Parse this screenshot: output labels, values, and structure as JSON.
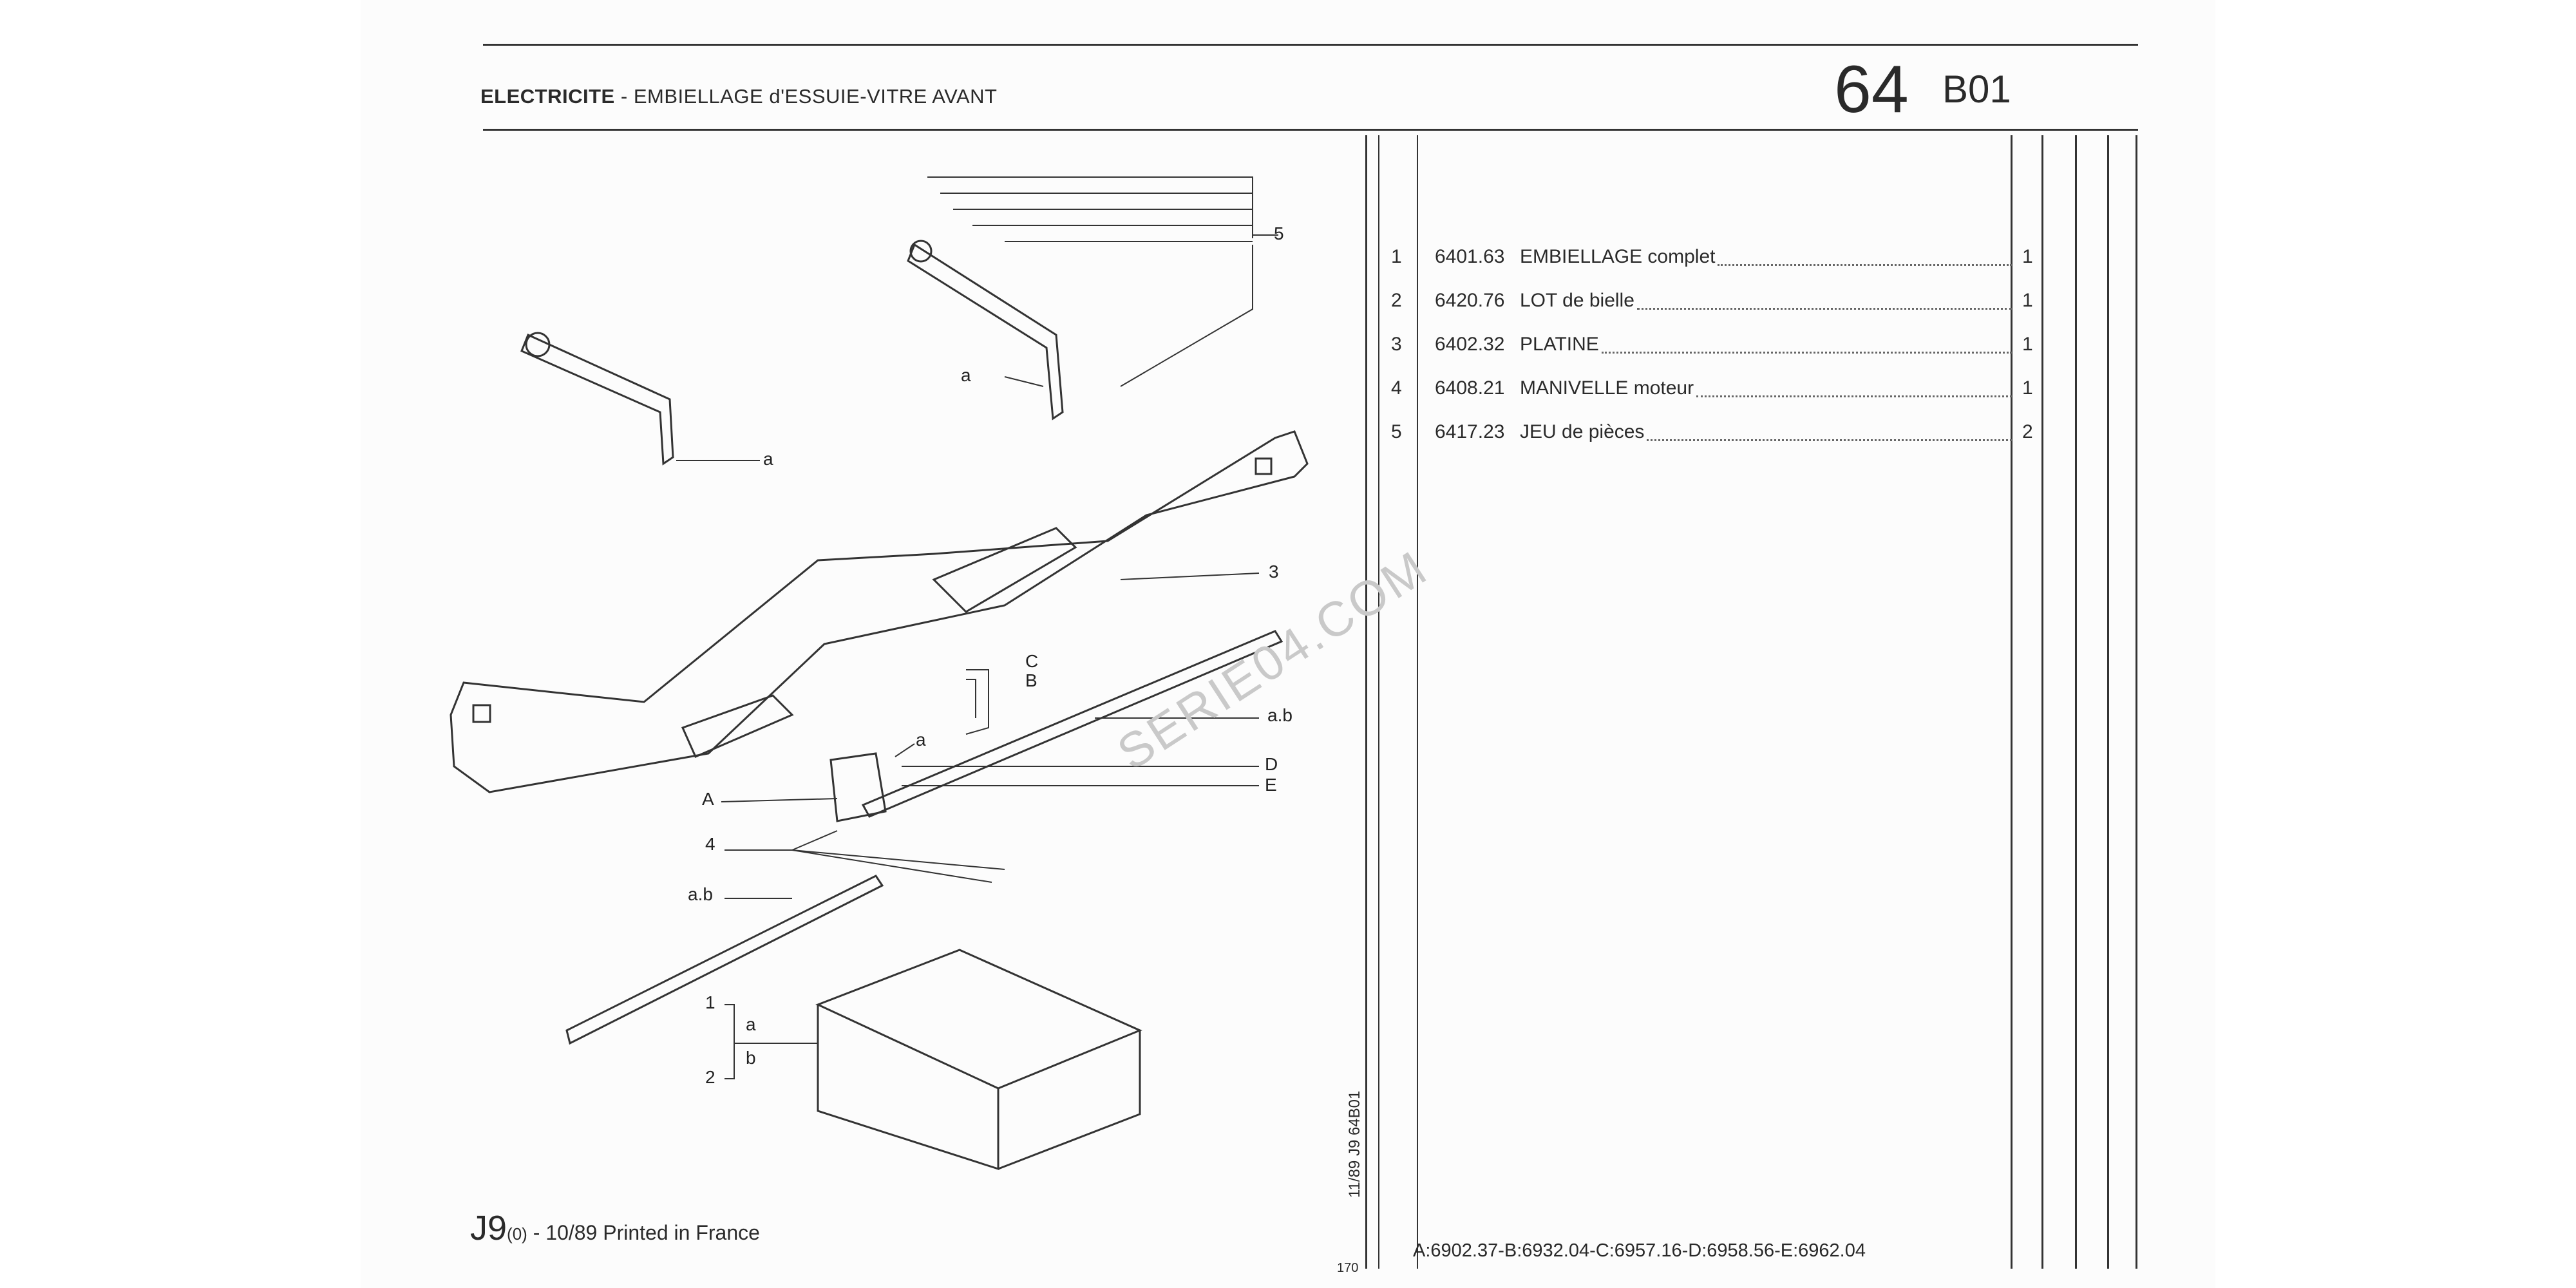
{
  "header": {
    "category": "ELECTRICITE",
    "separator": "-",
    "subtitle": "EMBIELLAGE d'ESSUIE-VITRE AVANT",
    "page_number": "64",
    "section_code": "B01"
  },
  "parts": [
    {
      "index": "1",
      "ref": "6401.63",
      "desc": "EMBIELLAGE complet",
      "qty": "1"
    },
    {
      "index": "2",
      "ref": "6420.76",
      "desc": "LOT de bielle",
      "qty": "1"
    },
    {
      "index": "3",
      "ref": "6402.32",
      "desc": "PLATINE",
      "qty": "1"
    },
    {
      "index": "4",
      "ref": "6408.21",
      "desc": "MANIVELLE moteur",
      "qty": "1"
    },
    {
      "index": "5",
      "ref": "6417.23",
      "desc": "JEU de pièces",
      "qty": "2"
    }
  ],
  "diagram_labels": {
    "l5": "5",
    "la1": "a",
    "la2": "a",
    "l3": "3",
    "lC": "C",
    "lB": "B",
    "lab1": "a.b",
    "la3": "a",
    "lD": "D",
    "lE": "E",
    "lA": "A",
    "l4": "4",
    "lab2": "a.b",
    "l1": "1",
    "l2": "2",
    "lsa": "a",
    "lsb": "b"
  },
  "footer": {
    "model": "J9",
    "model_suffix": "(0)",
    "print_info": " - 10/89 Printed in France",
    "variants": "A:6902.37-B:6932.04-C:6957.16-D:6958.56-E:6962.04",
    "page_code": "170",
    "vertical_code": "11/89  J9  64B01"
  },
  "watermark": "SERIE04.COM"
}
